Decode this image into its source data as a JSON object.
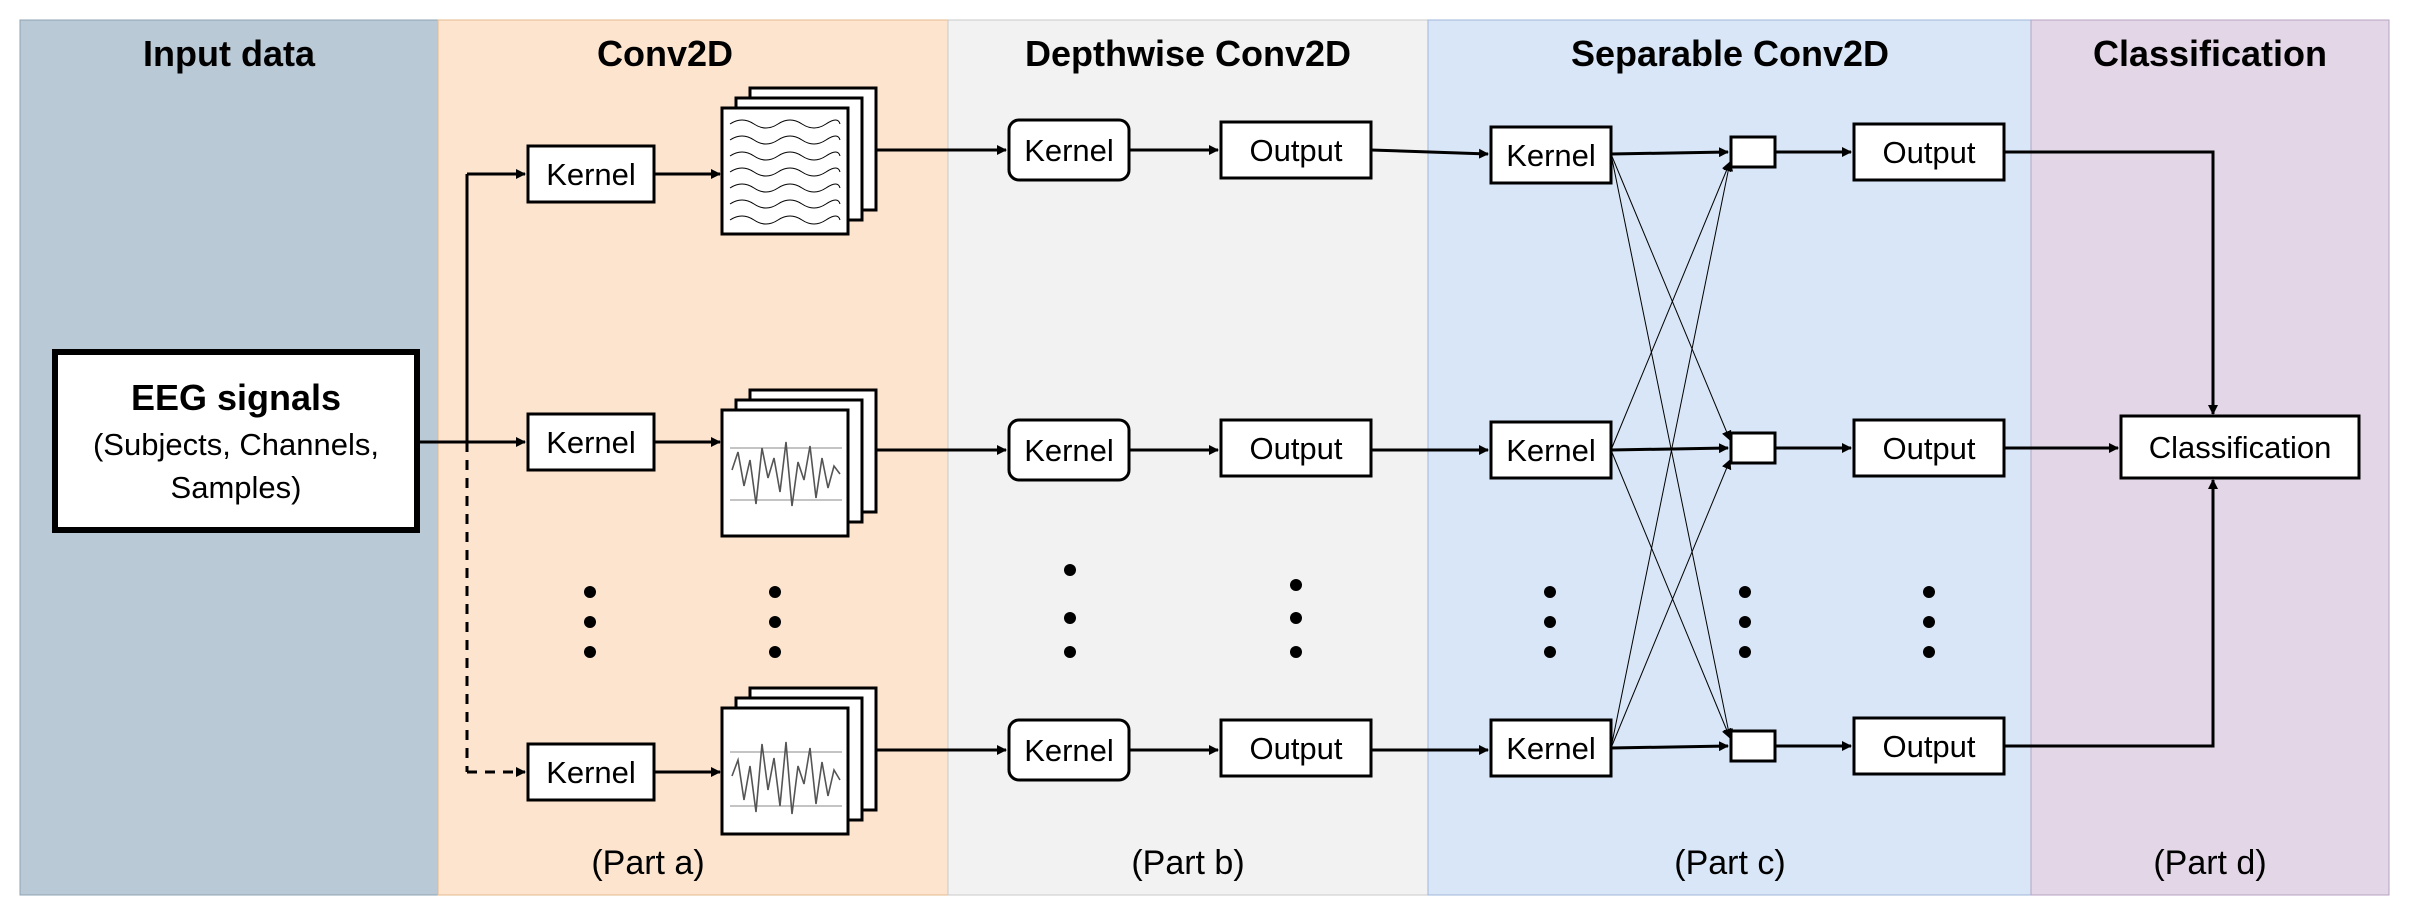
{
  "sections": [
    {
      "title": "Input data",
      "part": "",
      "color": "#b9c9d5"
    },
    {
      "title": "Conv2D",
      "part": "(Part a)",
      "color": "#fce4cf"
    },
    {
      "title": "Depthwise Conv2D",
      "part": "(Part b)",
      "color": "#f2f2f2"
    },
    {
      "title": "Separable Conv2D",
      "part": "(Part c)",
      "color": "#d8e6f7"
    },
    {
      "title": "Classification",
      "part": "(Part d)",
      "color": "#e2d6e7"
    }
  ],
  "input": {
    "title": "EEG signals",
    "line1": "(Subjects, Channels,",
    "line2": "Samples)"
  },
  "kernel_label": "Kernel",
  "output_label": "Output",
  "classification_label": "Classification"
}
